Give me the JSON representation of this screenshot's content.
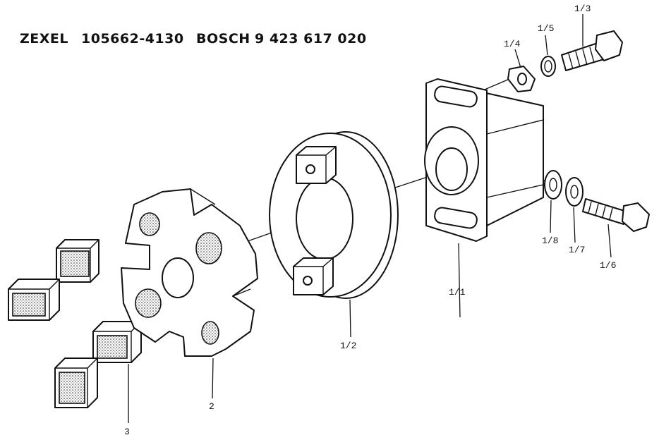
{
  "header": {
    "brand1": "ZEXEL",
    "part1": "105662-4130",
    "brand2": "BOSCH",
    "part2": "9 423 617 020"
  },
  "callouts": {
    "c11": "1/1",
    "c12": "1/2",
    "c13": "1/3",
    "c14": "1/4",
    "c15": "1/5",
    "c16": "1/6",
    "c17": "1/7",
    "c18": "1/8",
    "c2": "2",
    "c3": "3"
  }
}
